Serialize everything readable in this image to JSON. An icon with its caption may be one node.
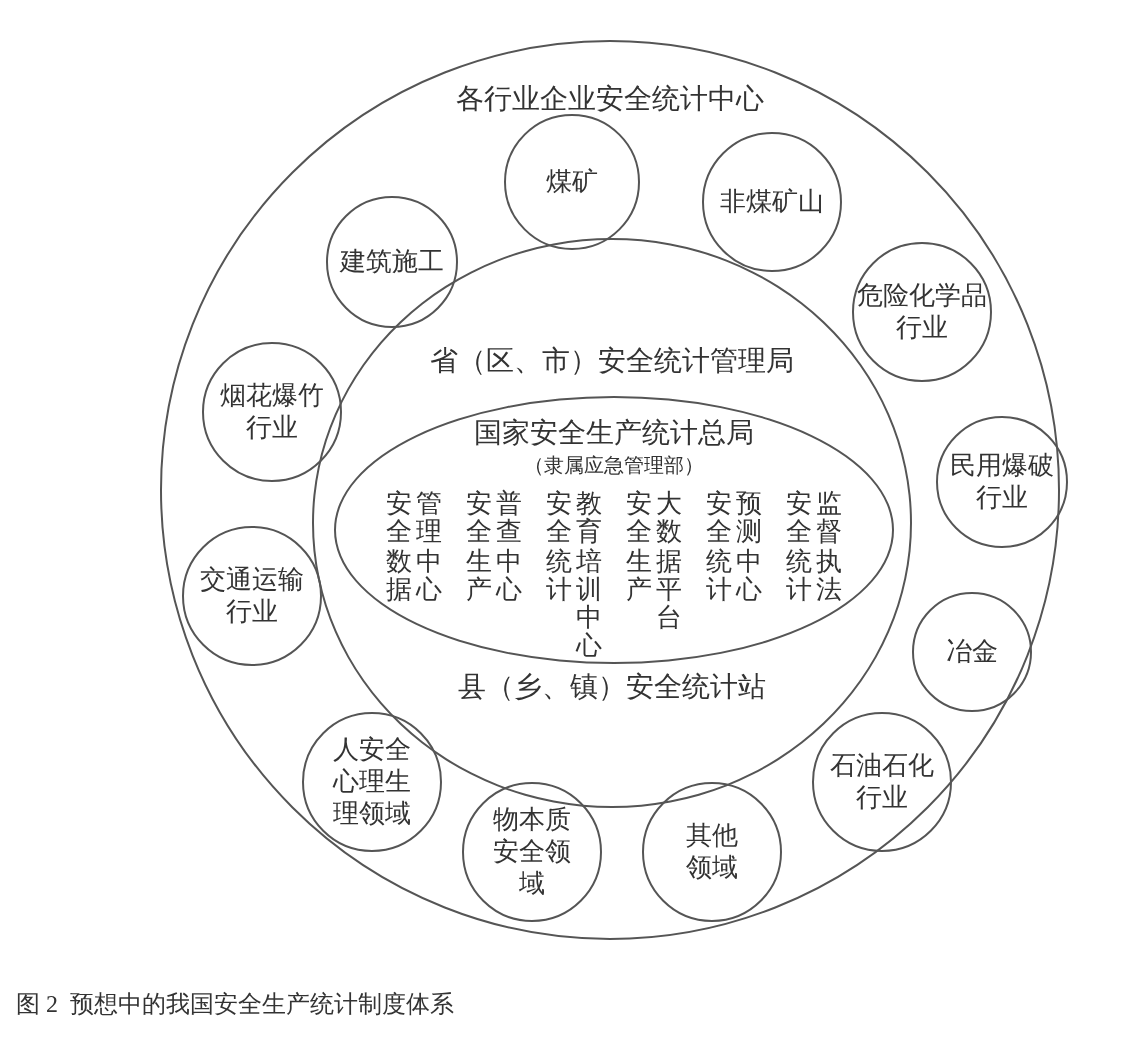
{
  "diagram": {
    "caption": "图 2  预想中的我国安全生产统计制度体系",
    "nodes": [
      {
        "text": [
          "各行业企业安全统计中心"
        ]
      },
      {
        "text": [
          "省（区、市）安全统计管理局",
          "县（乡、镇）安全统计站"
        ],
        "in": 0
      },
      {
        "text": [
          "国家安全生产统计总局",
          "（隶属应急管理部）",
          "安全数据管理中心",
          "安全生产普查中心",
          "安全统计教育培训中心",
          "安全生产大数据平台",
          "安全统计预测中心",
          "安全统计监督执法"
        ],
        "in": 1
      },
      {
        "text": [
          "煤矿"
        ],
        "in": 0
      },
      {
        "text": [
          "非煤矿山"
        ],
        "in": 0
      },
      {
        "text": [
          "建筑施工"
        ],
        "in": 0
      },
      {
        "text": [
          "危险化学品行业"
        ],
        "in": 0
      },
      {
        "text": [
          "烟花爆竹行业"
        ],
        "in": 0
      },
      {
        "text": [
          "民用爆破行业"
        ],
        "in": 0
      },
      {
        "text": [
          "交通运输行业"
        ],
        "in": 0
      },
      {
        "text": [
          "冶金"
        ],
        "in": 0
      },
      {
        "text": [
          "人安全心理生理领域"
        ],
        "in": 0
      },
      {
        "text": [
          "物本质安全领域"
        ],
        "in": 0
      },
      {
        "text": [
          "其他领域"
        ],
        "in": 0
      },
      {
        "text": [
          "石油石化行业"
        ],
        "in": 0
      }
    ],
    "edges": []
  }
}
